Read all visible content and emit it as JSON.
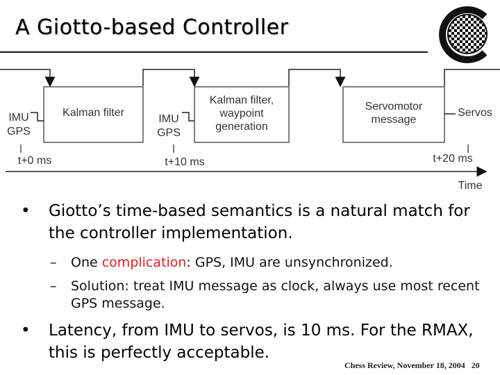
{
  "slide": {
    "title": "A Giotto-based Controller",
    "footer": "Chess Review, November 18, 2004",
    "page_number": "20"
  },
  "diagram": {
    "boxes": [
      {
        "label": "Kalman filter"
      },
      {
        "label": "Kalman filter, waypoint generation"
      },
      {
        "label": "Servomotor message"
      }
    ],
    "inputs": [
      {
        "line1": "IMU",
        "line2": "GPS"
      },
      {
        "line1": "IMU",
        "line2": "GPS"
      }
    ],
    "output": "Servos",
    "timestamps": [
      "t+0 ms",
      "t+10 ms",
      "t+20 ms"
    ],
    "axis_label": "Time"
  },
  "bullets": {
    "b1": "Giotto’s time-based semantics is a natural match for the controller implementation.",
    "sub1_prefix": "One ",
    "sub1_highlight": "complication",
    "sub1_suffix": ": GPS, IMU are unsynchronized.",
    "sub2": "Solution: treat IMU message as clock, always use most recent GPS message.",
    "b2": "Latency, from IMU to servos, is 10 ms.  For the RMAX, this is perfectly acceptable."
  },
  "colors": {
    "highlight": "#e02020",
    "box_border": "#555555",
    "logo_fill": "#ffffff"
  }
}
